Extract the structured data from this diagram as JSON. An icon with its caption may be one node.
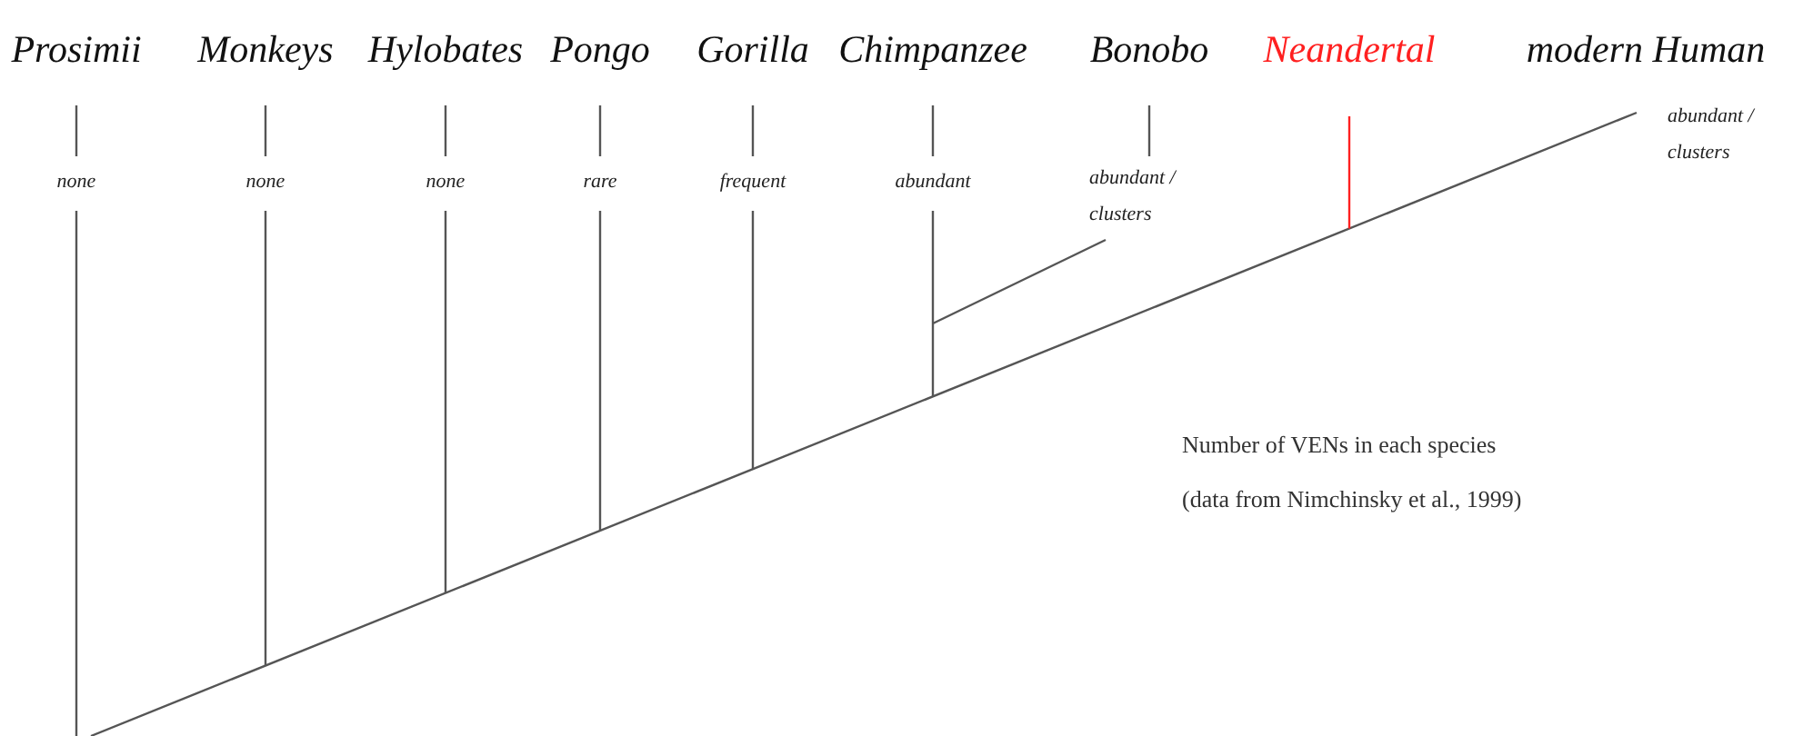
{
  "diagram": {
    "nodes": [
      {
        "text": [
          "Prosimii",
          "none"
        ]
      },
      {
        "text": [
          "Monkeys",
          "none"
        ]
      },
      {
        "text": [
          "Hylobates",
          "none"
        ]
      },
      {
        "text": [
          "Pongo",
          "rare"
        ]
      },
      {
        "text": [
          "Gorilla",
          "frequent"
        ]
      },
      {
        "text": [
          "Chimpanzee",
          "abundant"
        ]
      },
      {
        "text": [
          "Bonobo",
          "abundant / clusters"
        ]
      },
      {
        "text": [
          "Neandertal"
        ]
      },
      {
        "text": [
          "modern Human",
          "abundant / clusters"
        ]
      }
    ],
    "labels": [
      "Number of VENs in each species",
      "(data from Nimchinsky et al., 1999)"
    ]
  }
}
